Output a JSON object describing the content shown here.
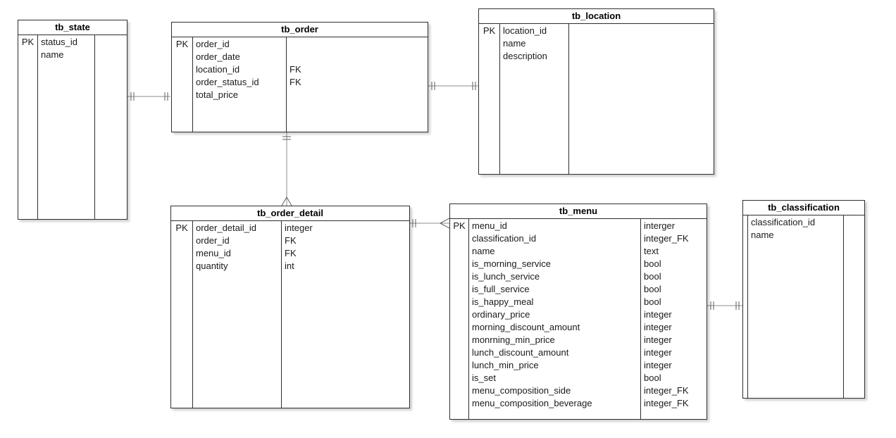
{
  "diagram": {
    "colors": {
      "entity_border": "#2e2e2e",
      "connector": "#8c8c8c",
      "text": "#1a1a1a"
    },
    "tables": {
      "tb_state": {
        "title": "tb_state",
        "rows": [
          {
            "key": "PK",
            "name": "status_id",
            "type": ""
          },
          {
            "key": "",
            "name": "name",
            "type": ""
          }
        ]
      },
      "tb_order": {
        "title": "tb_order",
        "rows": [
          {
            "key": "PK",
            "name": "order_id",
            "type": ""
          },
          {
            "key": "",
            "name": "order_date",
            "type": ""
          },
          {
            "key": "",
            "name": "location_id",
            "type": "FK"
          },
          {
            "key": "",
            "name": "order_status_id",
            "type": "FK"
          },
          {
            "key": "",
            "name": "total_price",
            "type": ""
          }
        ]
      },
      "tb_location": {
        "title": "tb_location",
        "rows": [
          {
            "key": "PK",
            "name": "location_id",
            "type": ""
          },
          {
            "key": "",
            "name": "name",
            "type": ""
          },
          {
            "key": "",
            "name": "description",
            "type": ""
          }
        ]
      },
      "tb_order_detail": {
        "title": "tb_order_detail",
        "rows": [
          {
            "key": "PK",
            "name": "order_detail_id",
            "type": "integer"
          },
          {
            "key": "",
            "name": "order_id",
            "type": "FK"
          },
          {
            "key": "",
            "name": "menu_id",
            "type": "FK"
          },
          {
            "key": "",
            "name": "quantity",
            "type": "int"
          }
        ]
      },
      "tb_menu": {
        "title": "tb_menu",
        "rows": [
          {
            "key": "PK",
            "name": "menu_id",
            "type": "interger"
          },
          {
            "key": "",
            "name": "classification_id",
            "type": "integer_FK"
          },
          {
            "key": "",
            "name": "name",
            "type": "text"
          },
          {
            "key": "",
            "name": "is_morning_service",
            "type": "bool"
          },
          {
            "key": "",
            "name": "is_lunch_service",
            "type": "bool"
          },
          {
            "key": "",
            "name": "is_full_service",
            "type": "bool"
          },
          {
            "key": "",
            "name": "is_happy_meal",
            "type": "bool"
          },
          {
            "key": "",
            "name": "ordinary_price",
            "type": "integer"
          },
          {
            "key": "",
            "name": "morning_discount_amount",
            "type": "integer"
          },
          {
            "key": "",
            "name": "monrning_min_price",
            "type": "integer"
          },
          {
            "key": "",
            "name": "lunch_discount_amount",
            "type": "integer"
          },
          {
            "key": "",
            "name": "lunch_min_price",
            "type": "integer"
          },
          {
            "key": "",
            "name": "is_set",
            "type": "bool"
          },
          {
            "key": "",
            "name": "menu_composition_side",
            "type": "integer_FK"
          },
          {
            "key": "",
            "name": "menu_composition_beverage",
            "type": "integer_FK"
          }
        ]
      },
      "tb_classification": {
        "title": "tb_classification",
        "rows": [
          {
            "key": "",
            "name": "classification_id",
            "type": ""
          },
          {
            "key": "",
            "name": "name",
            "type": ""
          }
        ]
      }
    },
    "relations": [
      {
        "from": "tb_state",
        "to": "tb_order",
        "from_cardinality": "one-and-only-one",
        "to_cardinality": "one-and-only-one"
      },
      {
        "from": "tb_order",
        "to": "tb_location",
        "from_cardinality": "one-and-only-one",
        "to_cardinality": "one-and-only-one"
      },
      {
        "from": "tb_order",
        "to": "tb_order_detail",
        "from_cardinality": "one-and-only-one",
        "to_cardinality": "many"
      },
      {
        "from": "tb_order_detail",
        "to": "tb_menu",
        "from_cardinality": "one-and-only-one",
        "to_cardinality": "many"
      },
      {
        "from": "tb_menu",
        "to": "tb_classification",
        "from_cardinality": "one-and-only-one",
        "to_cardinality": "one-and-only-one"
      }
    ]
  }
}
